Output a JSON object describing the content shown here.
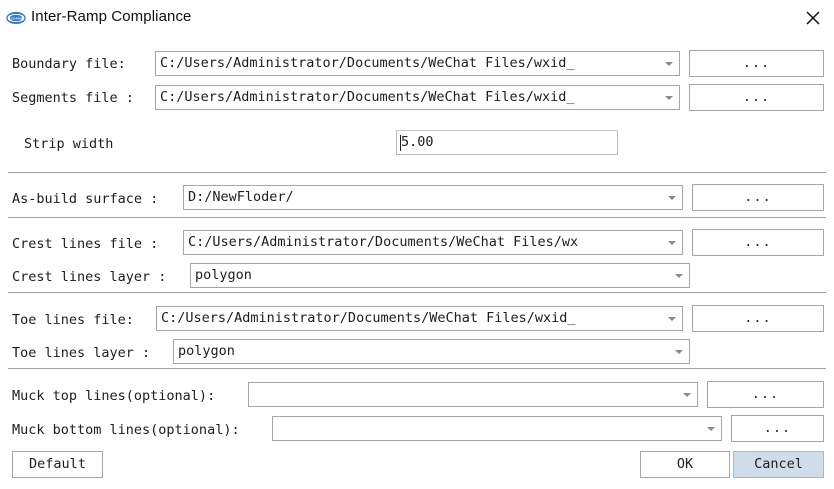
{
  "window": {
    "title": "Inter-Ramp Compliance",
    "icon": "app-logo-icon",
    "close_label": "close-icon"
  },
  "form": {
    "boundary_file": {
      "label": "Boundary file:",
      "value": "C:/Users/Administrator/Documents/WeChat Files/wxid_",
      "browse_label": "..."
    },
    "segments_file": {
      "label": "Segments file :",
      "value": "C:/Users/Administrator/Documents/WeChat Files/wxid_",
      "browse_label": "..."
    },
    "strip_width": {
      "label": "Strip width",
      "value": "5.00"
    },
    "as_build_surface": {
      "label": "As-build surface :",
      "value": "D:/NewFloder/",
      "browse_label": "..."
    },
    "crest_lines_file": {
      "label": "Crest lines file :",
      "value": "C:/Users/Administrator/Documents/WeChat Files/wx",
      "browse_label": "..."
    },
    "crest_lines_layer": {
      "label": "Crest lines layer :",
      "value": "polygon"
    },
    "toe_lines_file": {
      "label": "Toe lines file:",
      "value": "C:/Users/Administrator/Documents/WeChat Files/wxid_",
      "browse_label": "..."
    },
    "toe_lines_layer": {
      "label": "Toe lines layer :",
      "value": "polygon"
    },
    "muck_top_lines": {
      "label": "Muck top lines(optional):",
      "value": "",
      "browse_label": "..."
    },
    "muck_bottom_lines": {
      "label": "Muck bottom lines(optional):",
      "value": "",
      "browse_label": "..."
    }
  },
  "footer": {
    "default_label": "Default",
    "ok_label": "OK",
    "cancel_label": "Cancel"
  },
  "colors": {
    "accent": "#cfdcea",
    "border": "#a6a6a6",
    "separator": "#9e9e9e",
    "logo_blue": "#3a7fc1"
  }
}
